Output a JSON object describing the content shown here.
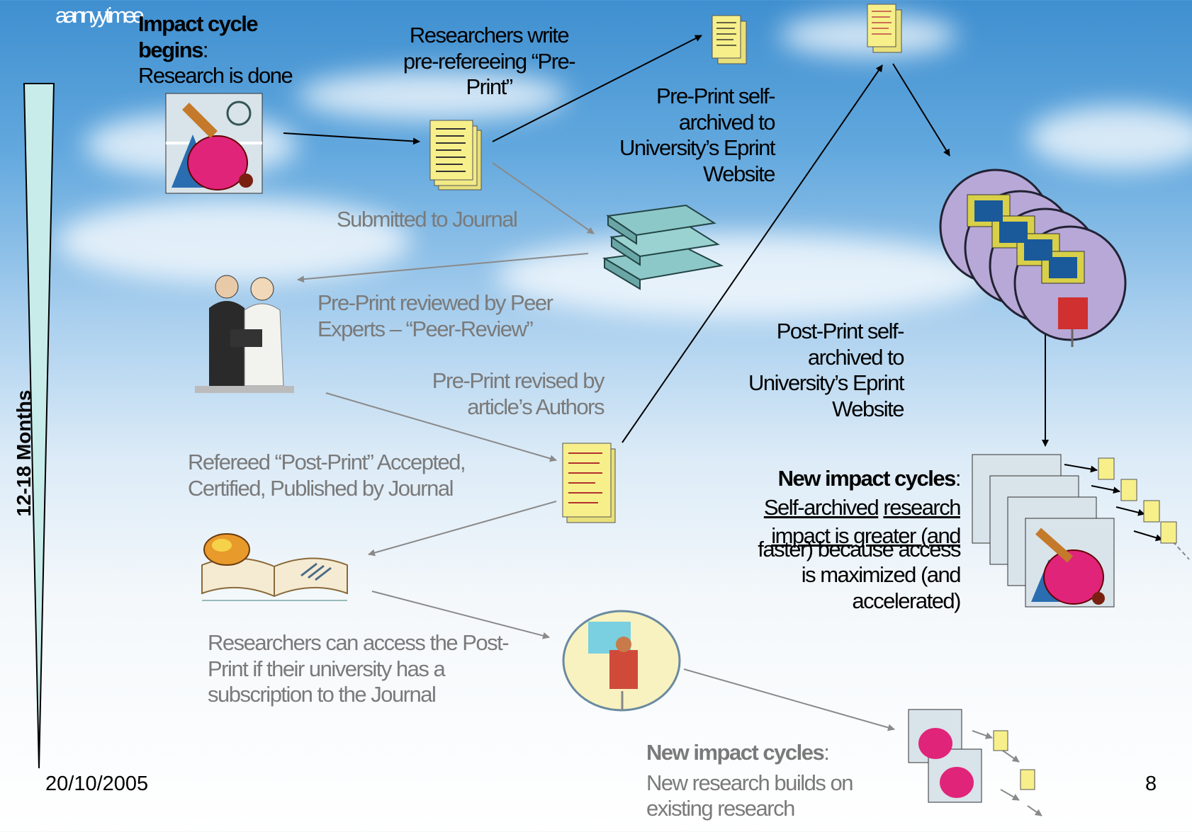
{
  "corner_text": "aannyytimee",
  "side_label": "12-18 Months",
  "steps": {
    "impact_title": "Impact cycle begins",
    "impact_colon": ":",
    "research_done": "Research is done",
    "write_preprint": "Researchers write pre-refereeing “Pre-Print”",
    "self_archive_pre": "Pre-Print self-archived to University’s Eprint Website",
    "submitted": "Submitted to Journal",
    "peer_review": "Pre-Print reviewed by Peer Experts – “Peer-Review”",
    "revised": "Pre-Print revised by article’s Authors",
    "accepted": "Refereed “Post-Print” Accepted, Certified, Published by Journal",
    "self_archive_post": "Post-Print self-archived to University’s Eprint Website",
    "access": "Researchers can access the Post-Print if their university has a subscription to the Journal"
  },
  "new_cycles_right": {
    "title": "New impact cycles",
    "colon": ":",
    "self_archived": "Self-archived",
    "research": "research",
    "line1": "impact is greater (and",
    "line2": "faster) because access",
    "line3": "is maximized (and",
    "line4": "accelerated)"
  },
  "new_cycles_bottom": {
    "title": "New impact cycles",
    "colon": ":",
    "body": "New research builds on existing research"
  },
  "footer": {
    "date": "20/10/2005",
    "page": "8"
  },
  "colors": {
    "arrow_black": "#000000",
    "arrow_gray": "#8a8a8a",
    "text_gray": "#7a7a7a",
    "paper": "#f7f08a",
    "book_teal": "#8cc8c8"
  }
}
